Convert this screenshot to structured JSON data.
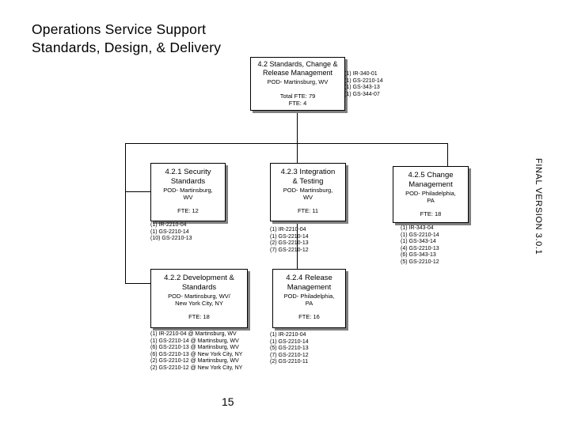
{
  "slide": {
    "title_lines": [
      "Operations Service Support",
      "Standards, Design, & Delivery"
    ],
    "side_text": "FINAL VERSION 3.0.1",
    "page_number": "15"
  },
  "chart_data": {
    "type": "diagram",
    "title": "Operations Service Support Standards, Design, & Delivery",
    "root": {
      "id": "4.2",
      "title_lines": [
        "4.2 Standards, Change &",
        "Release Management"
      ],
      "location": "POD- Martinsburg, WV",
      "total_fte_label": "Total FTE: 79",
      "fte_label": "FTE:  4",
      "grades": [
        "(1) IR-340-01",
        "(1) GS-2210-14",
        "(1) GS-343-13",
        "(1) GS-344-07"
      ]
    },
    "children": [
      {
        "id": "4.2.1",
        "title_lines": [
          "4.2.1 Security",
          "Standards"
        ],
        "location_lines": [
          "POD- Martinsburg,",
          "WV"
        ],
        "fte_label": "FTE: 12",
        "grades": [
          "(1) IR-2210-04",
          "(1) GS-2210-14",
          "(10) GS-2210-13"
        ]
      },
      {
        "id": "4.2.3",
        "title_lines": [
          "4.2.3 Integration",
          "& Testing"
        ],
        "location_lines": [
          "POD- Martinsburg,",
          "WV"
        ],
        "fte_label": "FTE: 11",
        "grades": [
          "(1) IR-2210-04",
          "(1) GS-2210-14",
          "(2) GS-2210-13",
          "(7) GS-2210-12"
        ]
      },
      {
        "id": "4.2.5",
        "title_lines": [
          "4.2.5 Change",
          "Management"
        ],
        "location_lines": [
          "POD- Philadelphia,",
          "PA"
        ],
        "fte_label": "FTE: 18",
        "grades": [
          "(1) IR-343-04",
          "(1) GS-2210-14",
          "(1) GS-343-14",
          "(4) GS-2210-13",
          "(6) GS-343-13",
          "(5) GS-2210-12"
        ]
      },
      {
        "id": "4.2.2",
        "title_lines": [
          "4.2.2 Development &",
          "Standards"
        ],
        "location_lines": [
          "POD- Martinsburg, WV/",
          "New York City, NY"
        ],
        "fte_label": "FTE: 18",
        "grades": [
          "(1) IR-2210-04 @ Martinsburg, WV",
          "(1) GS-2210-14 @ Martinsburg, WV",
          "(6) GS-2210-13 @ Martinsburg, WV",
          "(6) GS-2210-13 @ New York City, NY",
          "(2) GS-2210-12 @ Martinsburg, WV",
          "(2) GS-2210-12 @ New York City, NY"
        ]
      },
      {
        "id": "4.2.4",
        "title_lines": [
          "4.2.4  Release",
          "Management"
        ],
        "location_lines": [
          "POD- Philadelphia,",
          "PA"
        ],
        "fte_label": "FTE: 16",
        "grades": [
          "(1) IR-2210-04",
          "(1) GS-2210-14",
          "(5) GS-2210-13",
          "(7) GS-2210-12",
          "(2) GS-2210-11"
        ]
      }
    ]
  }
}
